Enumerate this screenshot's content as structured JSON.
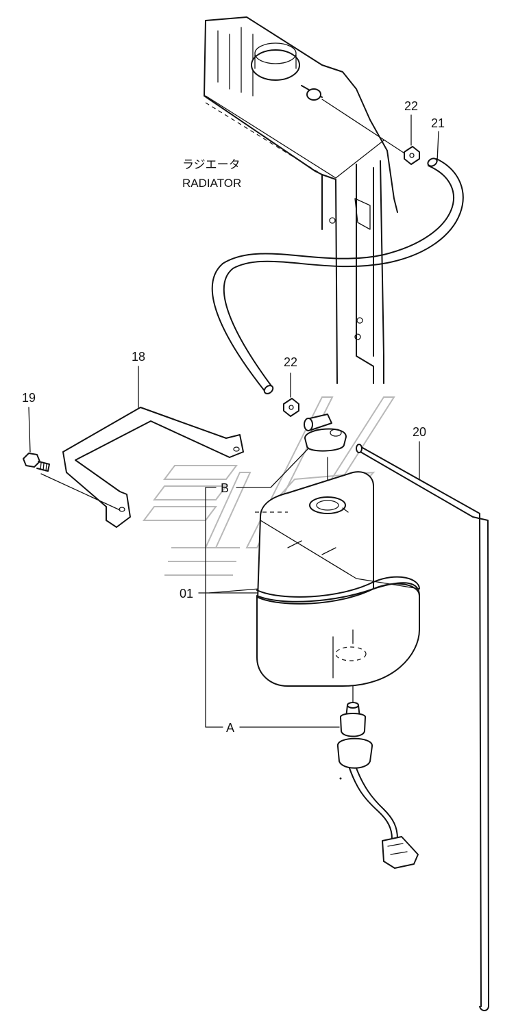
{
  "labels": {
    "radiator_jp": "ラジエータ",
    "radiator_en": "RADIATOR",
    "part_22_top": "22",
    "part_21": "21",
    "part_22_mid": "22",
    "part_18": "18",
    "part_19": "19",
    "part_20": "20",
    "callout_b": "B",
    "part_01": "01",
    "callout_a": "A"
  }
}
